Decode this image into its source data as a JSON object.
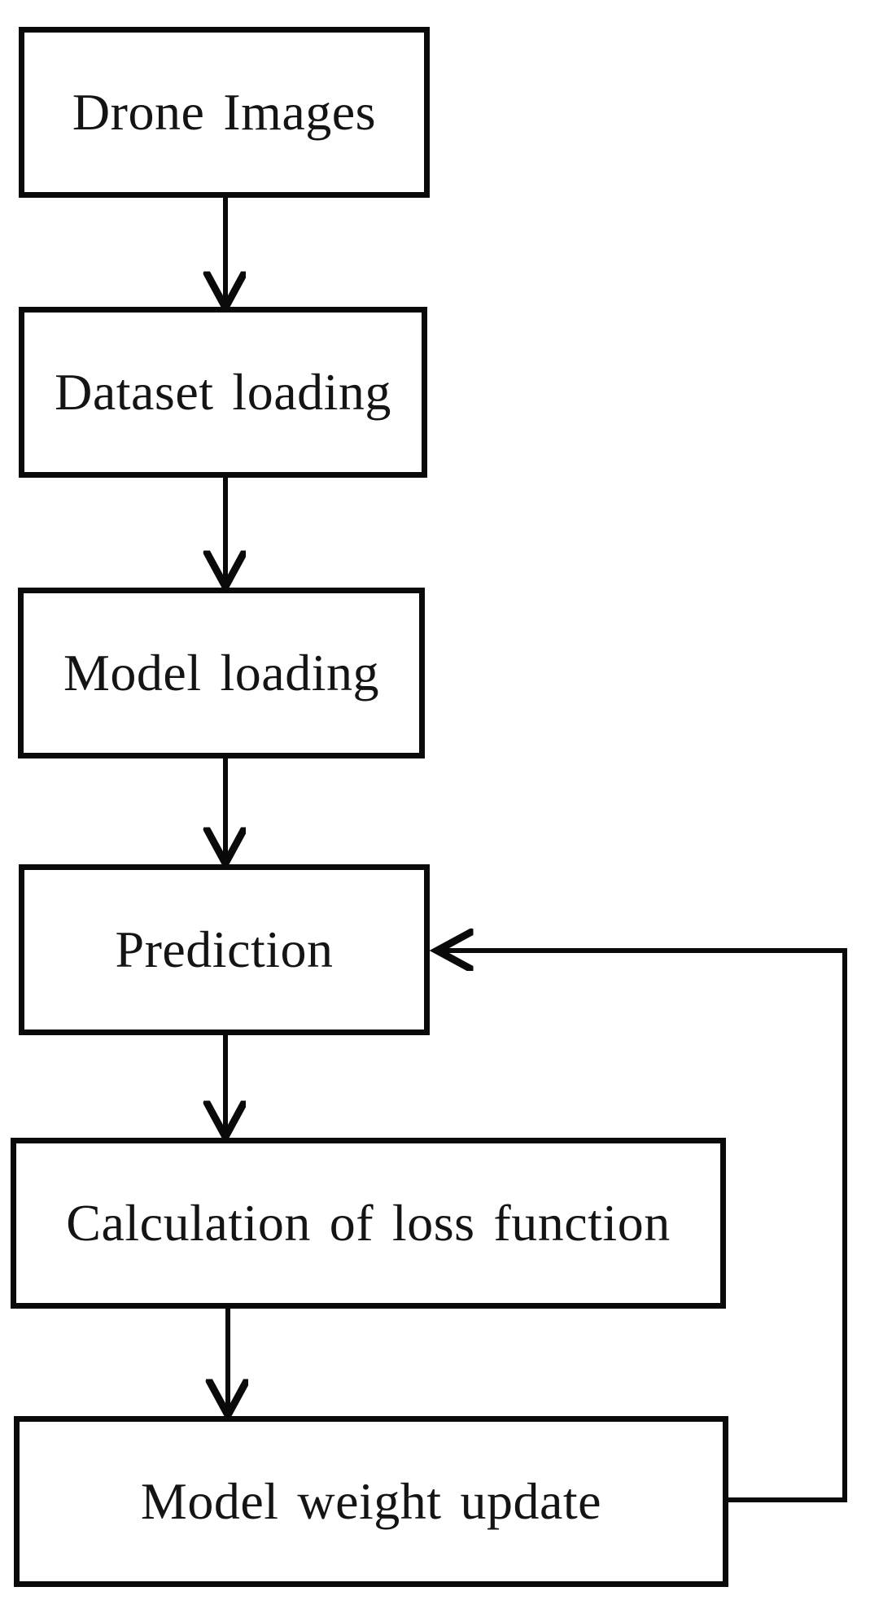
{
  "figure": {
    "background_color": "#ffffff",
    "line_color": "#0a0a0a",
    "text_color": "#141414"
  },
  "nodes": [
    {
      "id": "drone-images",
      "label": "Drone Images"
    },
    {
      "id": "dataset-loading",
      "label": "Dataset loading"
    },
    {
      "id": "model-loading",
      "label": "Model loading"
    },
    {
      "id": "prediction",
      "label": "Prediction"
    },
    {
      "id": "loss-calculation",
      "label": "Calculation of loss function"
    },
    {
      "id": "model-weight-update",
      "label": "Model weight update"
    }
  ],
  "edges": [
    {
      "from": "drone-images",
      "to": "dataset-loading",
      "type": "arrow-down"
    },
    {
      "from": "dataset-loading",
      "to": "model-loading",
      "type": "arrow-down"
    },
    {
      "from": "model-loading",
      "to": "prediction",
      "type": "arrow-down"
    },
    {
      "from": "prediction",
      "to": "loss-calculation",
      "type": "arrow-down"
    },
    {
      "from": "loss-calculation",
      "to": "model-weight-update",
      "type": "arrow-down"
    },
    {
      "from": "model-weight-update",
      "to": "prediction",
      "type": "feedback-right-up-left"
    }
  ]
}
